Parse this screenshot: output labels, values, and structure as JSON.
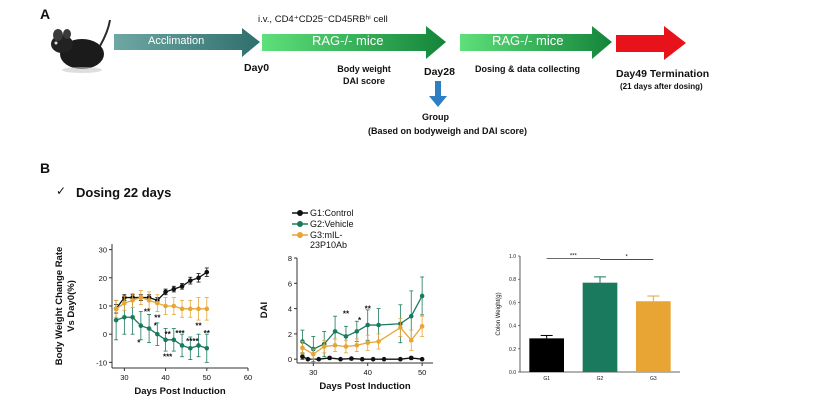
{
  "panel_a": {
    "label": "A",
    "injection": "i.v.,  CD4⁺CD25⁻CD45RBʰⁱ cell",
    "stage1": "Acclimation",
    "stage2": "RAG-/- mice",
    "stage3": "RAG-/- mice",
    "day0": "Day0",
    "day28": "Day28",
    "day49": "Day49  Termination",
    "day49_note": "(21 days after dosing)",
    "bw_dai_line1": "Body weight",
    "bw_dai_line2": "DAI score",
    "dosing": "Dosing & data collecting",
    "group": "Group",
    "group_note": "(Based on bodyweigh and DAI score)",
    "colors": {
      "arrow_green": "#1db954",
      "arrow_slate": "#3f7f80",
      "arrow_red": "#e8121a",
      "arrow_blue": "#2d7ec2"
    }
  },
  "panel_b": {
    "label": "B",
    "check": "✓",
    "dosing_title": "Dosing 22 days"
  },
  "legend": [
    {
      "name": "G1:Control",
      "color": "#111111"
    },
    {
      "name": "G2:Vehicle",
      "color": "#1a7a5e"
    },
    {
      "name": "G3:mIL-23P10Ab",
      "color": "#e8a534"
    }
  ],
  "chart_data": [
    {
      "type": "line",
      "ylabel_line1": "Body Weight  Change Rate",
      "ylabel_line2": "Vs Day0(%)",
      "xlabel": "Days Post Induction",
      "xlim": [
        27,
        60
      ],
      "ylim": [
        -12,
        32
      ],
      "xticks": [
        30,
        40,
        50,
        60
      ],
      "yticks": [
        -10,
        0,
        10,
        20,
        30
      ],
      "x": [
        28,
        30,
        32,
        34,
        36,
        38,
        40,
        42,
        44,
        46,
        48,
        50
      ],
      "series": [
        {
          "name": "G1:Control",
          "color": "#111111",
          "values": [
            9,
            13,
            13,
            13,
            13,
            12,
            15,
            16,
            17,
            19,
            20,
            22
          ],
          "err": [
            1.5,
            1,
            1,
            1,
            1,
            1,
            1,
            1,
            1,
            1.2,
            1.5,
            1.5
          ]
        },
        {
          "name": "G2:Vehicle",
          "color": "#1a7a5e",
          "values": [
            5,
            6,
            6,
            3,
            2,
            0,
            -2,
            -2,
            -4,
            -5,
            -4,
            -5
          ],
          "err": [
            7,
            6,
            6,
            5,
            5,
            4,
            4,
            4,
            4,
            4,
            4,
            5
          ]
        },
        {
          "name": "G3:mIL-23P10Ab",
          "color": "#e8a534",
          "values": [
            9,
            11,
            12,
            13,
            12,
            11,
            10,
            10,
            9,
            9,
            9,
            9
          ],
          "err": [
            3,
            2.5,
            2.5,
            2.5,
            3,
            3,
            3,
            3,
            3,
            3,
            4,
            4
          ]
        }
      ],
      "annotations": [
        {
          "x": 33.5,
          "y": -3,
          "text": "*"
        },
        {
          "x": 35.5,
          "y": 8,
          "text": "**"
        },
        {
          "x": 38,
          "y": 6,
          "text": "**"
        },
        {
          "x": 37.5,
          "y": 3,
          "text": "*"
        },
        {
          "x": 40.5,
          "y": 0,
          "text": "**"
        },
        {
          "x": 43.5,
          "y": 0.5,
          "text": "***"
        },
        {
          "x": 40.5,
          "y": -8,
          "text": "***"
        },
        {
          "x": 46.5,
          "y": -2.5,
          "text": "****"
        },
        {
          "x": 48,
          "y": 3,
          "text": "**"
        },
        {
          "x": 50,
          "y": 0.5,
          "text": "**"
        }
      ]
    },
    {
      "type": "line",
      "ylabel": "DAI",
      "xlabel": "Days Post Induction",
      "xlim": [
        27,
        52
      ],
      "ylim": [
        -0.3,
        8
      ],
      "xticks": [
        30,
        40,
        50
      ],
      "yticks": [
        0,
        2,
        4,
        6,
        8
      ],
      "series": [
        {
          "name": "G1:Control",
          "color": "#111111",
          "x": [
            28,
            29,
            31,
            33,
            35,
            37,
            39,
            41,
            43,
            46,
            48,
            50
          ],
          "values": [
            0.2,
            0,
            0,
            0.1,
            0,
            0.05,
            0,
            0,
            0,
            0,
            0.1,
            0
          ],
          "err": [
            0.2,
            0,
            0,
            0.1,
            0,
            0.1,
            0,
            0,
            0,
            0,
            0.1,
            0
          ]
        },
        {
          "name": "G2:Vehicle",
          "color": "#1a7a5e",
          "x": [
            28,
            30,
            32,
            34,
            36,
            38,
            40,
            42,
            46,
            48,
            50
          ],
          "values": [
            1.4,
            0.8,
            1.2,
            2.2,
            1.8,
            2.2,
            2.7,
            2.7,
            2.8,
            3.4,
            5
          ],
          "err": [
            0.9,
            1,
            1,
            1.2,
            0.8,
            0.8,
            1.2,
            1.3,
            1.5,
            2,
            1.5
          ]
        },
        {
          "name": "G3:mIL-23P10Ab",
          "color": "#e8a534",
          "x": [
            28,
            30,
            32,
            34,
            36,
            38,
            40,
            42,
            46,
            48,
            50
          ],
          "values": [
            0.9,
            0.4,
            1,
            1.1,
            1,
            1.1,
            1.3,
            1.4,
            2.5,
            1.5,
            2.6
          ],
          "err": [
            0.5,
            0.4,
            0.5,
            0.5,
            0.5,
            0.5,
            0.6,
            0.6,
            0.7,
            0.8,
            0.8
          ]
        }
      ],
      "annotations": [
        {
          "x": 36,
          "y": 3.6,
          "text": "**"
        },
        {
          "x": 38.5,
          "y": 3.1,
          "text": "*"
        },
        {
          "x": 40,
          "y": 4.0,
          "text": "**"
        }
      ]
    },
    {
      "type": "bar",
      "ylabel": "Colon Weight(g)",
      "categories": [
        "G1",
        "G2",
        "G3"
      ],
      "values": [
        0.29,
        0.77,
        0.61
      ],
      "err": [
        0.025,
        0.05,
        0.045
      ],
      "colors": [
        "#000000",
        "#1a7a5e",
        "#e8a534"
      ],
      "ylim": [
        0,
        1.0
      ],
      "yticks": [
        0.0,
        0.2,
        0.4,
        0.6,
        0.8,
        1.0
      ],
      "sig_marks": [
        {
          "from": 0,
          "to": 1,
          "text": "***"
        },
        {
          "from": 1,
          "to": 2,
          "text": "*"
        }
      ]
    }
  ]
}
